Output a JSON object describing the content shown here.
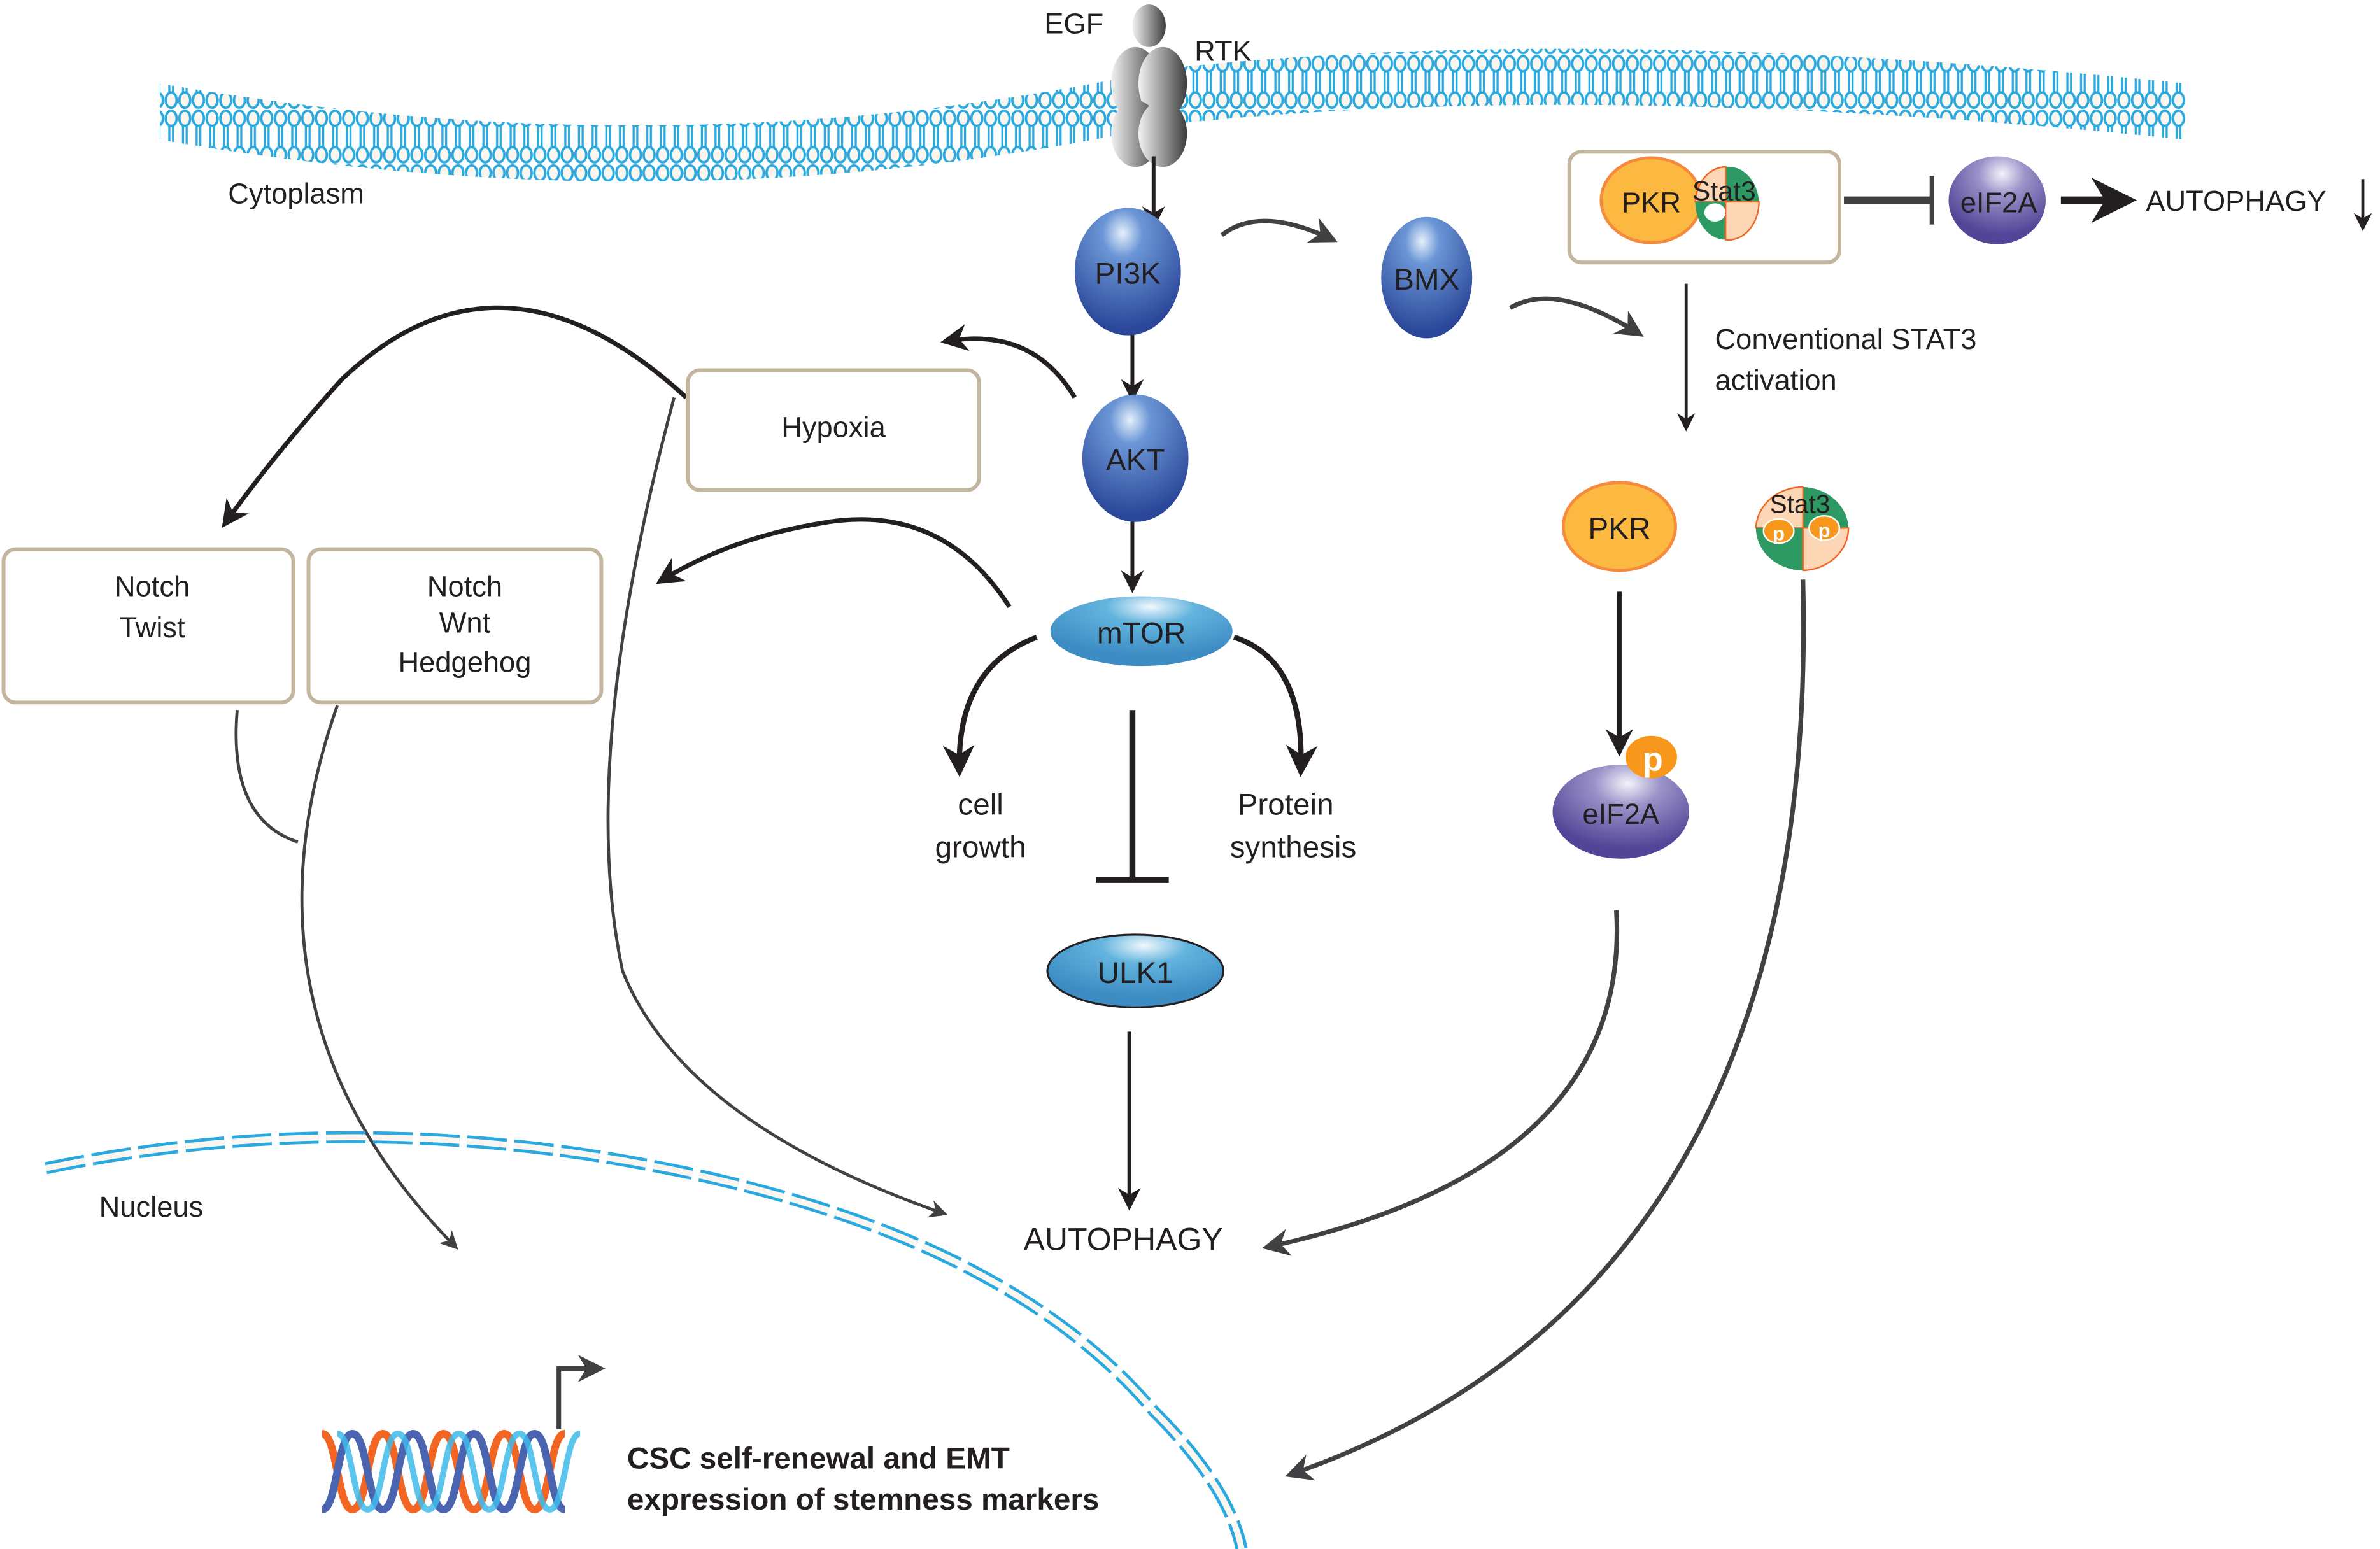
{
  "labels": {
    "egf": "EGF",
    "rtk": "RTK",
    "cytoplasm": "Cytoplasm",
    "nucleus": "Nucleus",
    "conventional_line1": "Conventional STAT3",
    "conventional_line2": "activation",
    "autophagy_top": "AUTOPHAGY",
    "autophagy_main": "AUTOPHAGY",
    "cell_growth_1": "cell",
    "cell_growth_2": "growth",
    "protein_synth_1": "Protein",
    "protein_synth_2": "synthesis",
    "csc_line1": "CSC self-renewal and EMT",
    "csc_line2": "expression of stemness markers"
  },
  "nodes": {
    "pi3k": "PI3K",
    "akt": "AKT",
    "bmx": "BMX",
    "mtor": "mTOR",
    "ulk1": "ULK1",
    "pkr_complex": "PKR",
    "stat3_complex": "Stat3",
    "eif2a_top": "eIF2A",
    "pkr_free": "PKR",
    "stat3_free": "Stat3",
    "eif2a_phos": "eIF2A",
    "phospho": "p"
  },
  "boxes": {
    "hypoxia": "Hypoxia",
    "notch_twist": [
      "Notch",
      "Twist"
    ],
    "notch_wnt_hh": [
      "Notch",
      "Wnt",
      "Hedgehog"
    ]
  },
  "colors": {
    "membrane": "#29a9e0",
    "blue_protein": "#2f4fa3",
    "light_blue_protein": "#4aa3d6",
    "pkr_fill": "#fbb941",
    "pkr_stroke": "#f58a3c",
    "stat3_green": "#2e9a63",
    "stat3_peach": "#fdd7b5",
    "eif2a_purple": "#5c4f9a",
    "phospho_orange": "#f7981d",
    "box_border": "#c3b69e",
    "arrow_dark": "#231f20",
    "arrow_gray": "#414042"
  }
}
